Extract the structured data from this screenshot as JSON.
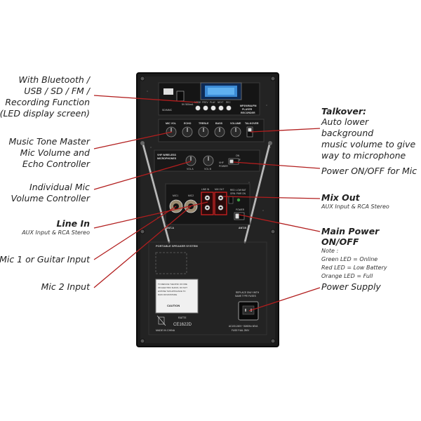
{
  "labels": {
    "bluetooth": [
      "With Bluetooth /",
      "USB / SD / FM /",
      "Recording Function",
      "(LED display screen)"
    ],
    "tone_master": [
      "Music Tone Master",
      "Mic Volume and",
      "Echo Controller"
    ],
    "mic_volume": [
      "Individual Mic",
      "Volume Controller"
    ],
    "line_in": {
      "title": "Line In",
      "sub": "AUX Input & RCA Stereo"
    },
    "mic1": "Mic 1 or Guitar Input",
    "mic2": "Mic 2 Input",
    "talkover": {
      "title": "Talkover:",
      "lines": [
        "Auto lower background",
        "music volume to give",
        "way to microphone"
      ]
    },
    "power_mic": "Power ON/OFF for Mic",
    "mix_out": {
      "title": "Mix Out",
      "sub": "AUX Input & RCA Stereo"
    },
    "main_power": {
      "title": "Main Power ON/OFF",
      "notes": [
        "Note :",
        "Green LED = Online",
        "Red LED = Low Battery",
        "Orange LED = Full"
      ]
    },
    "power_supply": "Power Supply"
  },
  "panel": {
    "player_title": [
      "MP3/WMA/FM",
      "PLAYER",
      "RECORDER"
    ],
    "usb_label": "5V 500mA",
    "sd_label": "SD/MMC",
    "player_buttons": [
      "MODE",
      "PREV",
      "PLAY",
      "NEXT",
      "REC"
    ],
    "knobs": [
      "MIC VOL",
      "ECHO",
      "TREBLE",
      "BASS",
      "VOLUME"
    ],
    "talkover_label": "TALKOVER",
    "wireless": [
      "VHF WIRELESS",
      "MICROPHONES"
    ],
    "vol_knobs": [
      "VOL A",
      "VOL B"
    ],
    "mic_power": [
      "VHF",
      "POWER"
    ],
    "on_off": [
      "ON",
      "OFF"
    ],
    "mic_jacks": [
      "MIC1",
      "MIC2"
    ],
    "rca_labels": [
      "LINE IN",
      "MIX OUT"
    ],
    "led_labels": [
      "RED: LOW BAT",
      "GRN: PWR ON"
    ],
    "power_label": "POWER",
    "antenna": [
      "ANT-A",
      "ANT-B"
    ],
    "system_title": "PORTABLE SPEAKER SYSTEM",
    "warning": [
      "TO REDUCE THE RISK OF FIRE",
      "OR ELECTRIC SHOCK, DO NOT",
      "EXPOSE THIS APPLIANCE TO",
      "RAIN OR MOISTURE"
    ],
    "caution": "CAUTION",
    "fuse_note": [
      "REPLACE ONLY WITH",
      "SAME TYPE FUSES"
    ],
    "rating": "RATTE",
    "ce_mark": "CE1622D",
    "made_in": "MADE IN CHINA",
    "ac_input": "AC100-240V~ 50/60Hz 60VA",
    "fuse": "FUSE F4AL 250V"
  }
}
